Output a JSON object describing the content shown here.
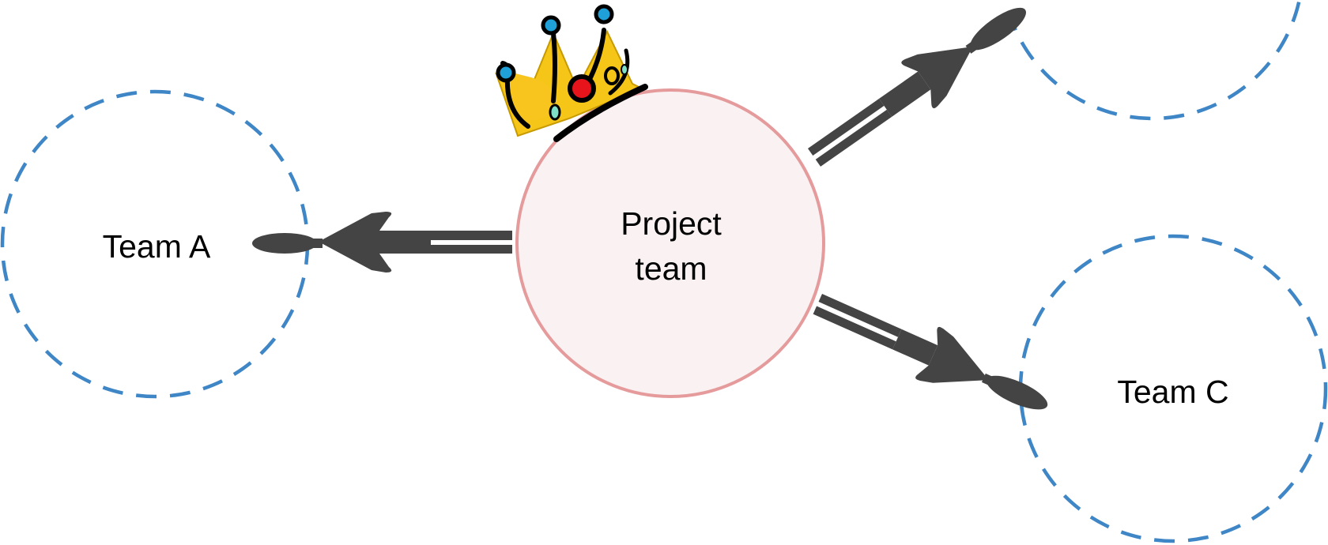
{
  "diagram": {
    "center": {
      "label_line1": "Project",
      "label_line2": "team"
    },
    "teams": [
      {
        "id": "a",
        "label": "Team A"
      },
      {
        "id": "b",
        "label": ""
      },
      {
        "id": "c",
        "label": "Team C"
      }
    ],
    "icons": {
      "crown": "crown-icon",
      "pin": "pushpin-icon"
    },
    "colors": {
      "center_fill": "#faf2f2",
      "center_stroke": "#e59b9c",
      "team_stroke": "#3f86c6",
      "pin": "#444444",
      "crown_gold": "#f5c518",
      "crown_jewel": "#e8141b",
      "crown_tip": "#1fa0d8"
    }
  }
}
